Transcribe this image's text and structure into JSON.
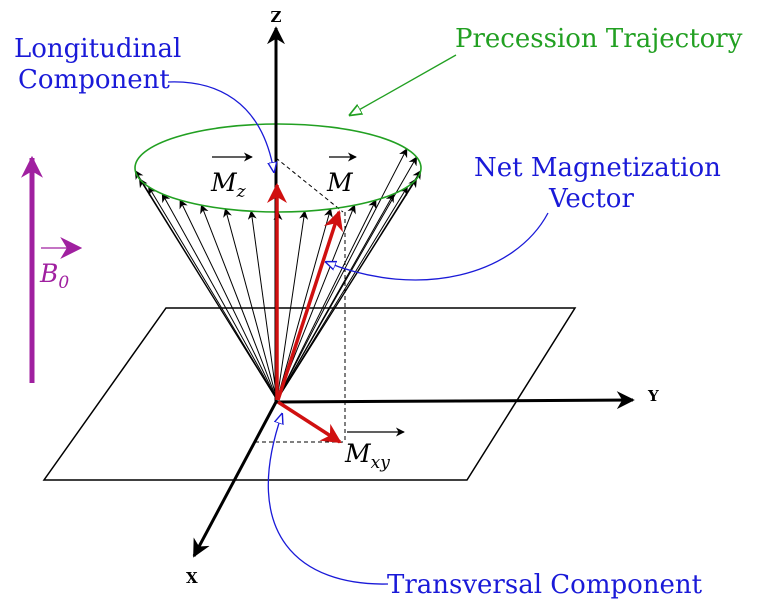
{
  "axes": {
    "z_label": "Z",
    "y_label": "Y",
    "x_label": "X"
  },
  "labels": {
    "precession_trajectory": "Precession Trajectory",
    "longitudinal_line1": "Longitudinal",
    "longitudinal_line2": "Component",
    "net_magnetization_line1": "Net Magnetization",
    "net_magnetization_line2": "Vector",
    "transversal_component": "Transversal Component",
    "mz_main": "M",
    "mz_sub": "z",
    "m_main": "M",
    "mxy_main": "M",
    "mxy_sub": "xy",
    "b0_main": "B",
    "b0_sub": "0"
  },
  "colors": {
    "axis": "#000000",
    "vector_red": "#d01010",
    "annotation_blue": "#1a1ad8",
    "trajectory_green": "#22a022",
    "field_magenta": "#a020a0"
  }
}
